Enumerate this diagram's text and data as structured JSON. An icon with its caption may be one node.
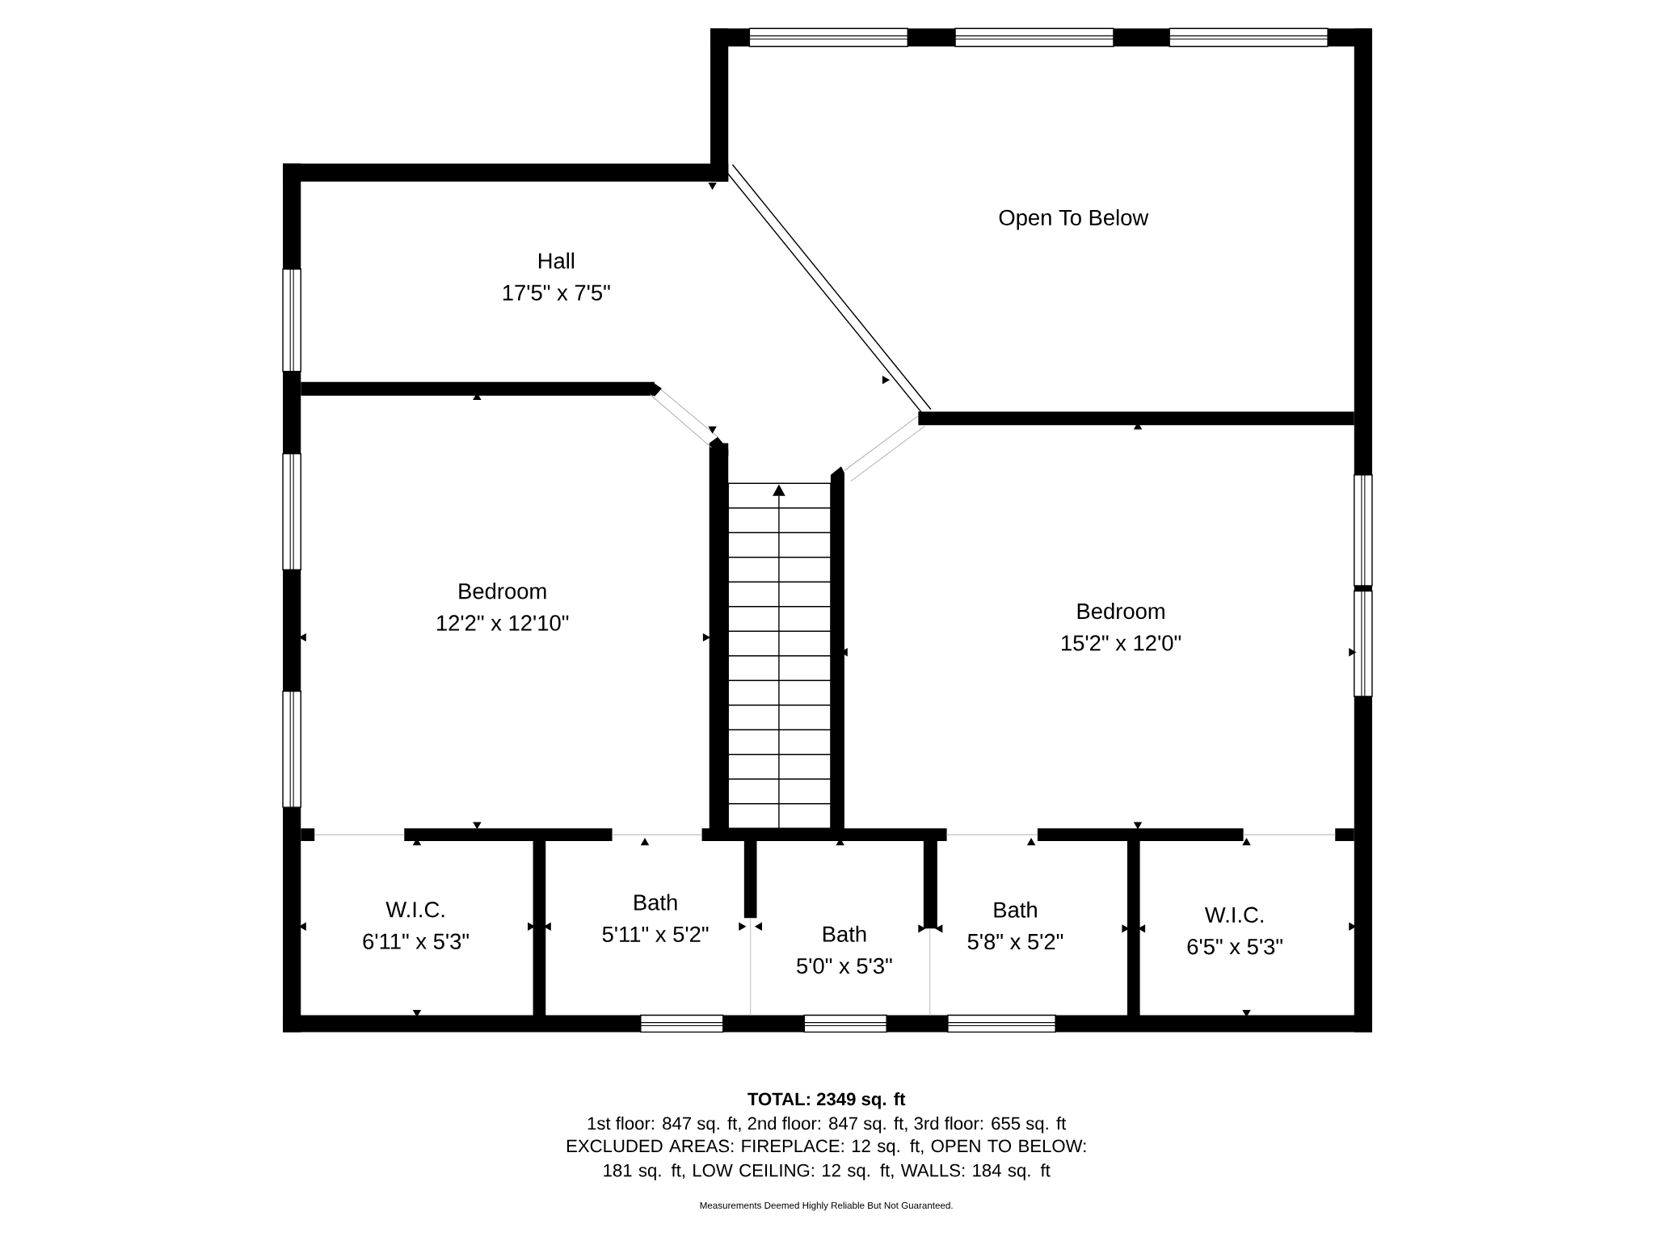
{
  "diagram": {
    "nodes": [
      {
        "text": [
          "Open To Below"
        ]
      },
      {
        "text": [
          "Hall",
          "17'5\" x 7'5\""
        ]
      },
      {
        "text": [
          "Bedroom",
          "12'2\" x 12'10\""
        ]
      },
      {
        "text": [
          "Bedroom",
          "15'2\" x 12'0\""
        ]
      },
      {
        "text": [
          "W.I.C.",
          "6'11\" x 5'3\""
        ]
      },
      {
        "text": [
          "Bath",
          "5'11\" x 5'2\""
        ]
      },
      {
        "text": [
          "Bath",
          "5'0\" x 5'3\""
        ]
      },
      {
        "text": [
          "Bath",
          "5'8\" x 5'2\""
        ]
      },
      {
        "text": [
          "W.I.C.",
          "6'5\" x 5'3\""
        ]
      }
    ],
    "labels": [
      "TOTAL: 2349 sq. ft",
      "1st floor: 847 sq. ft, 2nd floor: 847 sq. ft, 3rd floor: 655 sq. ft",
      "EXCLUDED AREAS: FIREPLACE: 12 sq. ft, OPEN TO BELOW: 181 sq. ft, LOW CEILING: 12 sq. ft, WALLS: 184 sq. ft",
      "Measurements Deemed Highly Reliable But Not Guaranteed."
    ]
  }
}
